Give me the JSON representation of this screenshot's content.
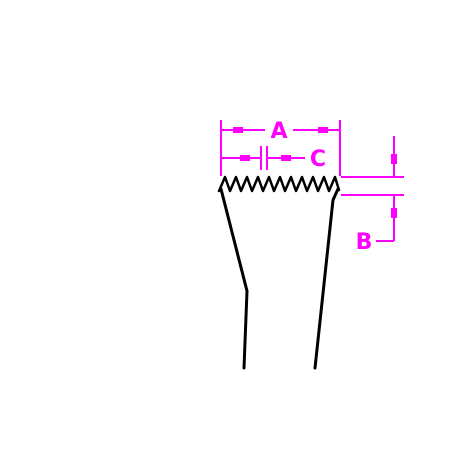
{
  "diagram": {
    "colors": {
      "dimension": "#ff00ff",
      "outline": "#000000",
      "background": "#ffffff"
    },
    "labels": {
      "a": "A",
      "b": "B",
      "c": "C"
    }
  }
}
